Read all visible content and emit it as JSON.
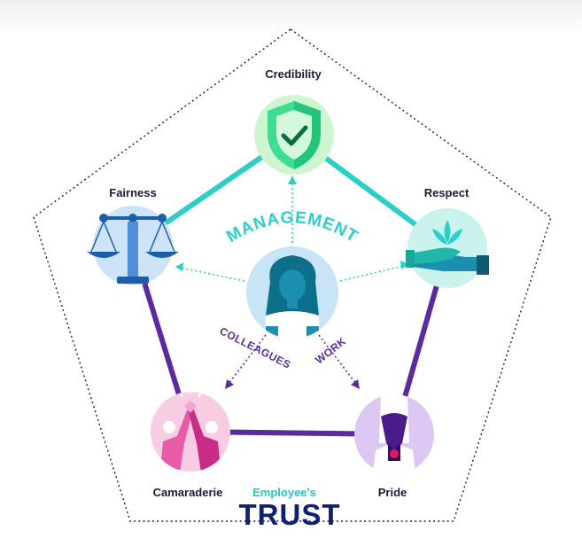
{
  "diagram": {
    "nodes": {
      "credibility": {
        "label": "Credibility",
        "icon": "shield-check-icon",
        "color": "#cdf5cf"
      },
      "respect": {
        "label": "Respect",
        "icon": "lotus-hands-icon",
        "color": "#c9f3ec"
      },
      "pride": {
        "label": "Pride",
        "icon": "person-medal-icon",
        "color": "#dcc8f2"
      },
      "camaraderie": {
        "label": "Camaraderie",
        "icon": "high-five-icon",
        "color": "#f8cde3"
      },
      "fairness": {
        "label": "Fairness",
        "icon": "balance-scale-icon",
        "color": "#cde3f8"
      },
      "employee": {
        "icon": "woman-avatar-icon",
        "color": "#c8e4f7"
      }
    },
    "arrows": {
      "management": "MANAGEMENT",
      "colleagues": "COLLEAGUES",
      "work": "WORK"
    },
    "subtitle": "Employee's",
    "title": "TRUST",
    "colors": {
      "teal": "#2ccfc8",
      "purple": "#5b2a9e",
      "navy": "#0f2170",
      "accent": "#1ec8c0"
    }
  }
}
